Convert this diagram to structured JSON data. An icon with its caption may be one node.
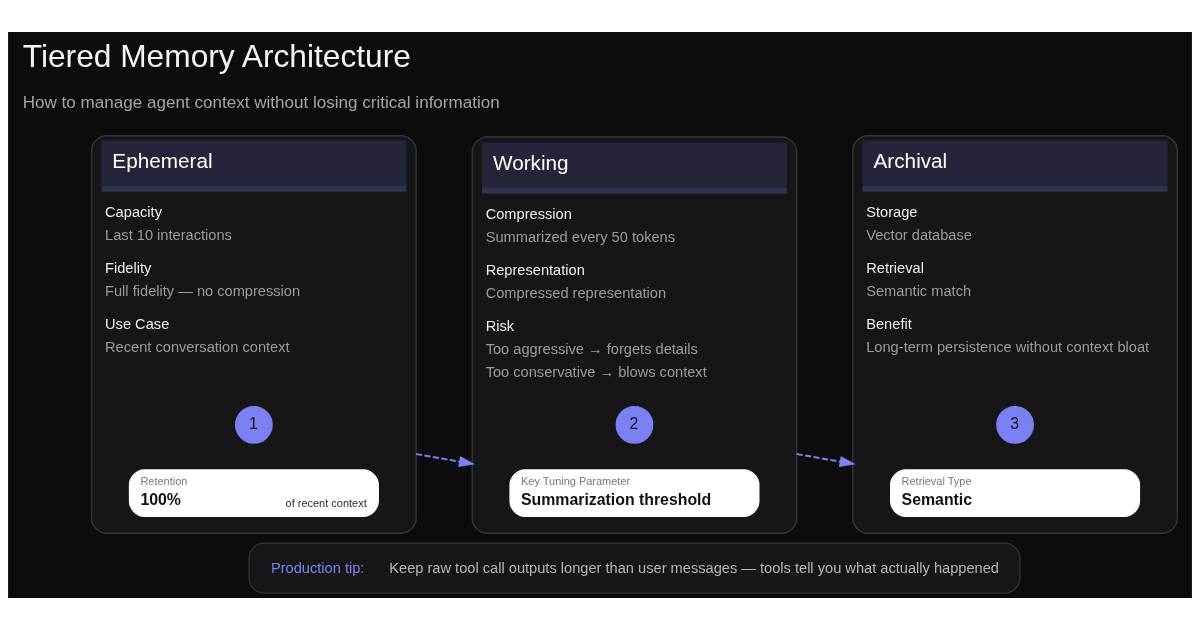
{
  "diagram": {
    "title": "Tiered Memory Architecture",
    "nodes": [
      {
        "text": [
          "Ephemeral",
          "Capacity",
          "Last 10 interactions",
          "Fidelity",
          "Full fidelity — no compression",
          "Use Case",
          "Recent conversation context"
        ]
      },
      {
        "text": [
          "1"
        ],
        "in": 0
      },
      {
        "text": [
          "Retention",
          "100%",
          "of recent context"
        ],
        "in": 0
      },
      {
        "text": [
          "Working",
          "Compression",
          "Summarized every 50 tokens",
          "Representation",
          "Compressed representation",
          "Risk",
          "Too aggressive → forgets details",
          "Too conservative → blows context"
        ]
      },
      {
        "text": [
          "2"
        ],
        "in": 3
      },
      {
        "text": [
          "Key Tuning Parameter",
          "Summarization threshold"
        ],
        "in": 3
      },
      {
        "text": [
          "Archival",
          "Storage",
          "Vector database",
          "Retrieval",
          "Semantic match",
          "Benefit",
          "Long-term persistence without context bloat"
        ]
      },
      {
        "text": [
          "3"
        ],
        "in": 6
      },
      {
        "text": [
          "Retrieval Type",
          "Semantic"
        ],
        "in": 6
      },
      {
        "text": [
          "Production tip:",
          "Keep raw tool call outputs longer than user messages — tools tell you what actually happened"
        ]
      }
    ],
    "edges": [
      {
        "from": 0,
        "to": 3,
        "arrow": "to",
        "style": "dashed"
      },
      {
        "from": 3,
        "to": 6,
        "arrow": "to",
        "style": "dashed"
      }
    ],
    "labels": [
      "How to manage agent context without losing critical information"
    ]
  }
}
